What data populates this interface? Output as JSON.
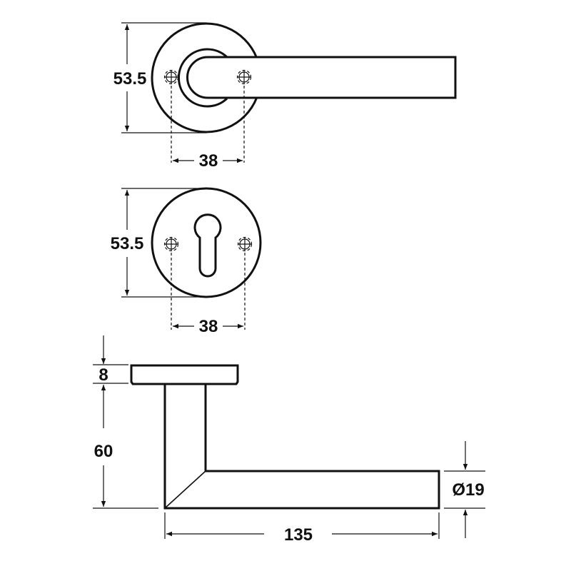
{
  "top_view": {
    "height_dim": "53.5",
    "screw_spacing_dim": "38"
  },
  "escutcheon_view": {
    "height_dim": "53.5",
    "screw_spacing_dim": "38"
  },
  "side_view": {
    "rose_thickness_dim": "8",
    "projection_dim": "60",
    "lever_length_dim": "135",
    "lever_diameter_dim": "Ø19"
  },
  "colors": {
    "line": "#111111",
    "background": "#ffffff"
  }
}
